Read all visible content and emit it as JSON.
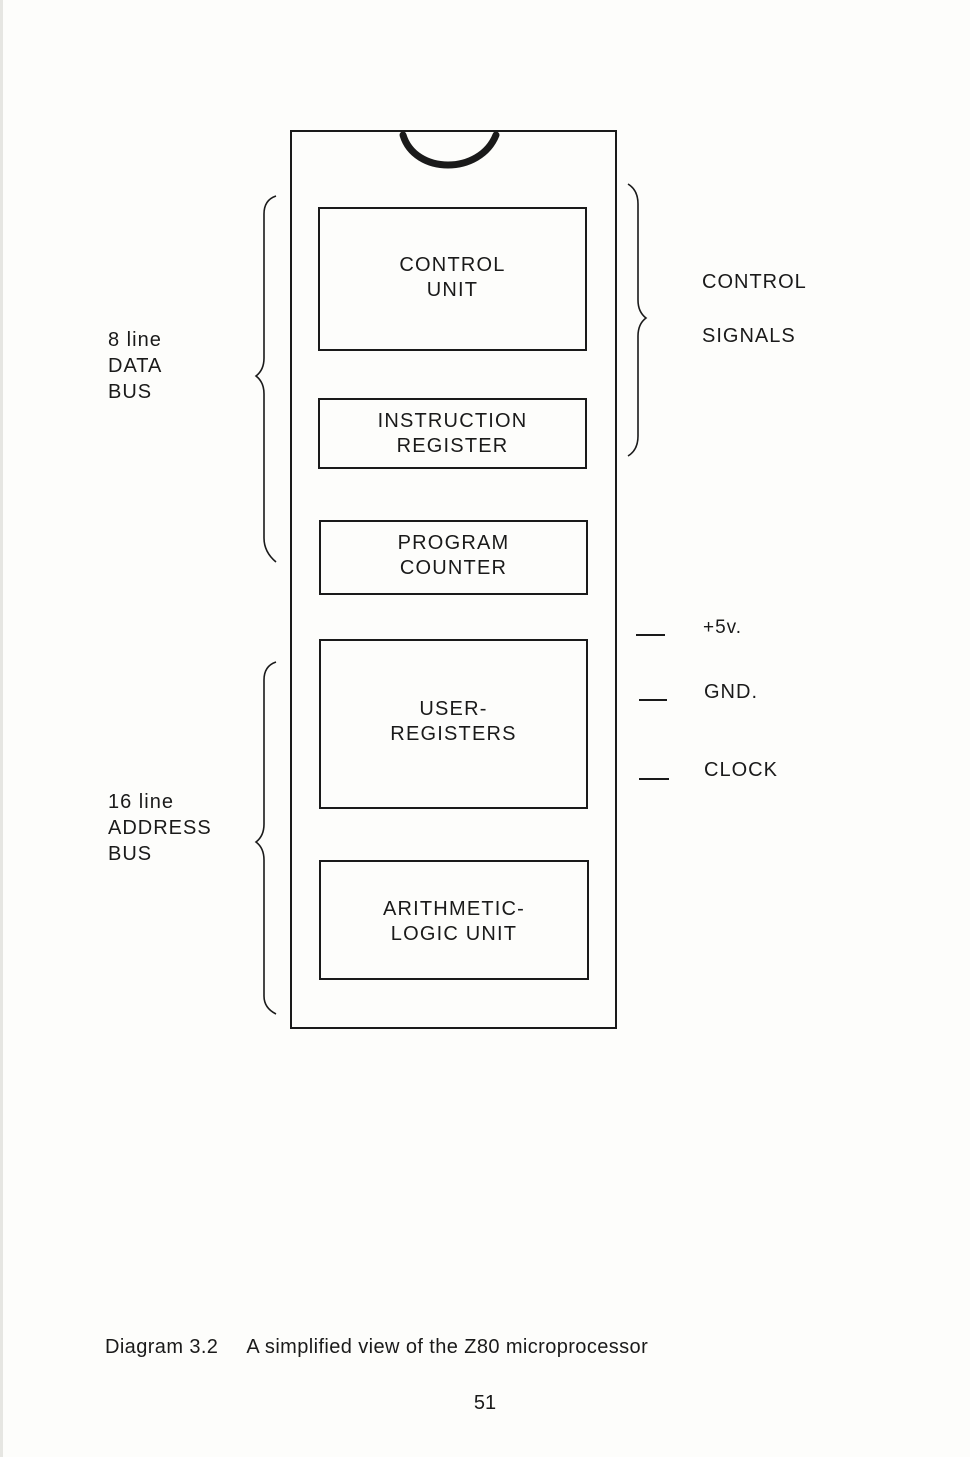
{
  "chip": {
    "blocks": [
      {
        "id": "control-unit",
        "lines": [
          "CONTROL",
          "UNIT"
        ]
      },
      {
        "id": "instruction-register",
        "lines": [
          "INSTRUCTION",
          "REGISTER"
        ]
      },
      {
        "id": "program-counter",
        "lines": [
          "PROGRAM",
          "COUNTER"
        ]
      },
      {
        "id": "user-registers",
        "lines": [
          "USER-",
          "REGISTERS"
        ]
      },
      {
        "id": "arithmetic-logic-unit",
        "lines": [
          "ARITHMETIC-",
          "LOGIC UNIT"
        ]
      }
    ]
  },
  "left_labels": {
    "data_bus": [
      "8 line",
      "DATA",
      "BUS"
    ],
    "address_bus": [
      "16 line",
      "ADDRESS",
      "BUS"
    ]
  },
  "right_labels": {
    "control_signals": [
      "CONTROL",
      "SIGNALS"
    ],
    "power": "+5v.",
    "ground": "GND.",
    "clock": "CLOCK"
  },
  "caption": {
    "number": "Diagram 3.2",
    "text": "A simplified view of the Z80 microprocessor"
  },
  "page_number": "51"
}
